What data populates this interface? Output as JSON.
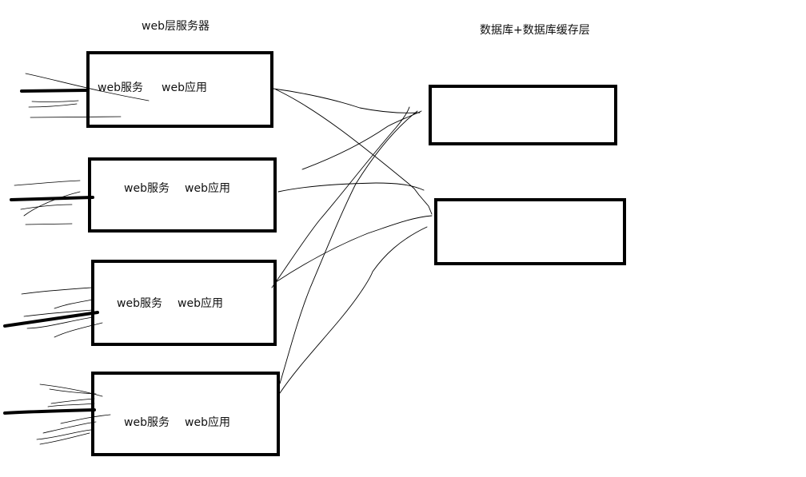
{
  "diagram": {
    "web_tier_title": "web层服务器",
    "db_tier_title": "数据库+数据库缓存层",
    "web_servers": [
      {
        "service_label": "web服务",
        "app_label": "web应用"
      },
      {
        "service_label": "web服务",
        "app_label": "web应用"
      },
      {
        "service_label": "web服务",
        "app_label": "web应用"
      },
      {
        "service_label": "web服务",
        "app_label": "web应用"
      }
    ],
    "db_nodes": [
      {
        "label": ""
      },
      {
        "label": ""
      }
    ]
  },
  "colors": {
    "stroke": "#000000",
    "background": "#ffffff",
    "text": "#111111"
  }
}
